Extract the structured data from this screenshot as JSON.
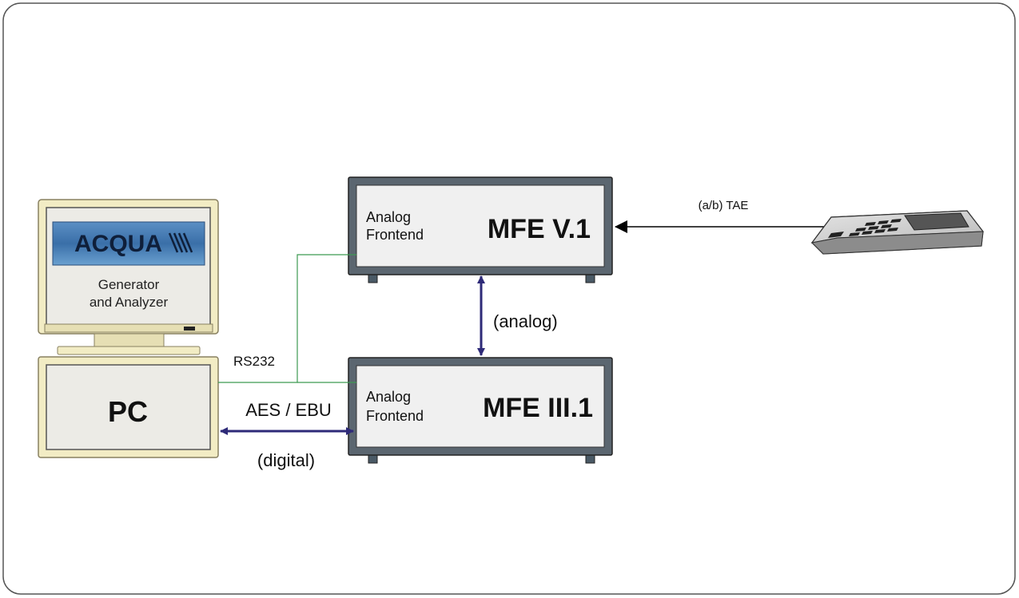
{
  "monitor": {
    "logo": "ACQUA",
    "caption_line1": "Generator",
    "caption_line2": "and Analyzer"
  },
  "pc": {
    "label": "PC"
  },
  "mfe_v1": {
    "sub_line1": "Analog",
    "sub_line2": "Frontend",
    "title": "MFE V.1"
  },
  "mfe_iii1": {
    "sub_line1": "Analog",
    "sub_line2": "Frontend",
    "title": "MFE III.1"
  },
  "links": {
    "rs232": "RS232",
    "aes_ebu": "AES / EBU",
    "digital": "(digital)",
    "analog": "(analog)",
    "tae": "(a/b) TAE"
  },
  "colors": {
    "bezel": "#f2ecc4",
    "device_body": "#f0f0f0",
    "device_border": "#444444",
    "link_arrow": "#2e2a78",
    "rs232_line": "#3c9a52",
    "logo_bg": "#3a6fa8"
  }
}
